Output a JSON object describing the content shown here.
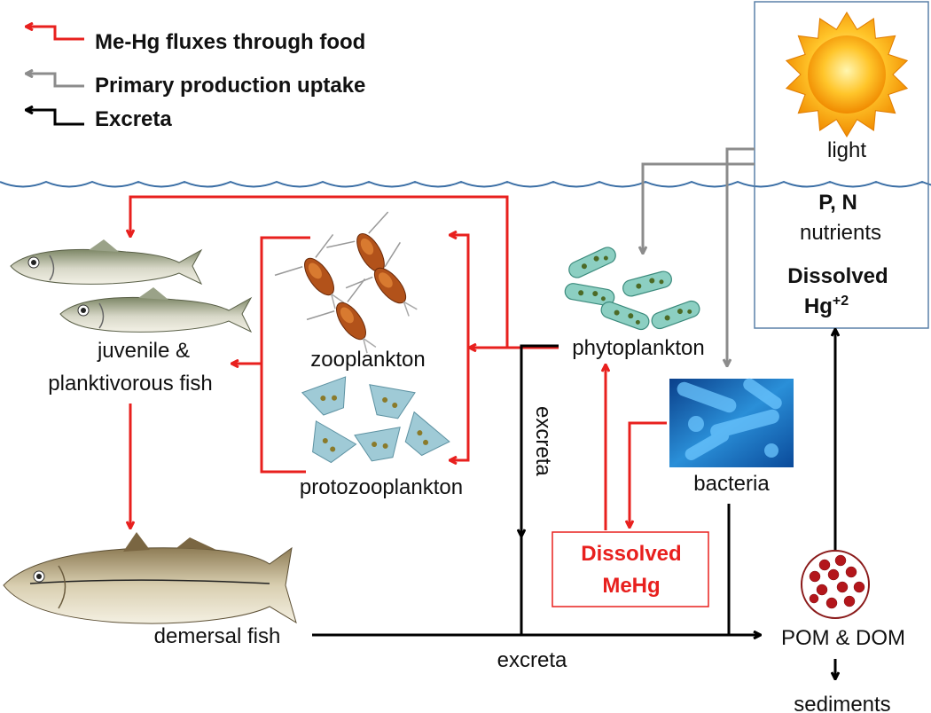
{
  "legend": {
    "red_label": "Me-Hg fluxes through food",
    "gray_label": "Primary production uptake",
    "black_label": "Excreta"
  },
  "nodes": {
    "light": "light",
    "pn": "P, N",
    "nutrients": "nutrients",
    "dissolved": "Dissolved",
    "hg": "Hg",
    "hg_sup": "+2",
    "juvenile_line1": "juvenile &",
    "juvenile_line2": "planktivorous fish",
    "zooplankton": "zooplankton",
    "protozooplankton": "protozooplankton",
    "phytoplankton": "phytoplankton",
    "bacteria": "bacteria",
    "demersal_fish": "demersal fish",
    "mehg_line1": "Dissolved",
    "mehg_line2": "MeHg",
    "pom_dom": "POM & DOM",
    "sediments": "sediments",
    "excreta_vertical": "excreta",
    "excreta_bottom": "excreta"
  },
  "colors": {
    "food_flux": "#e8201e",
    "uptake": "#8c8c8c",
    "excreta": "#000000",
    "water": "#3a6ea5"
  }
}
